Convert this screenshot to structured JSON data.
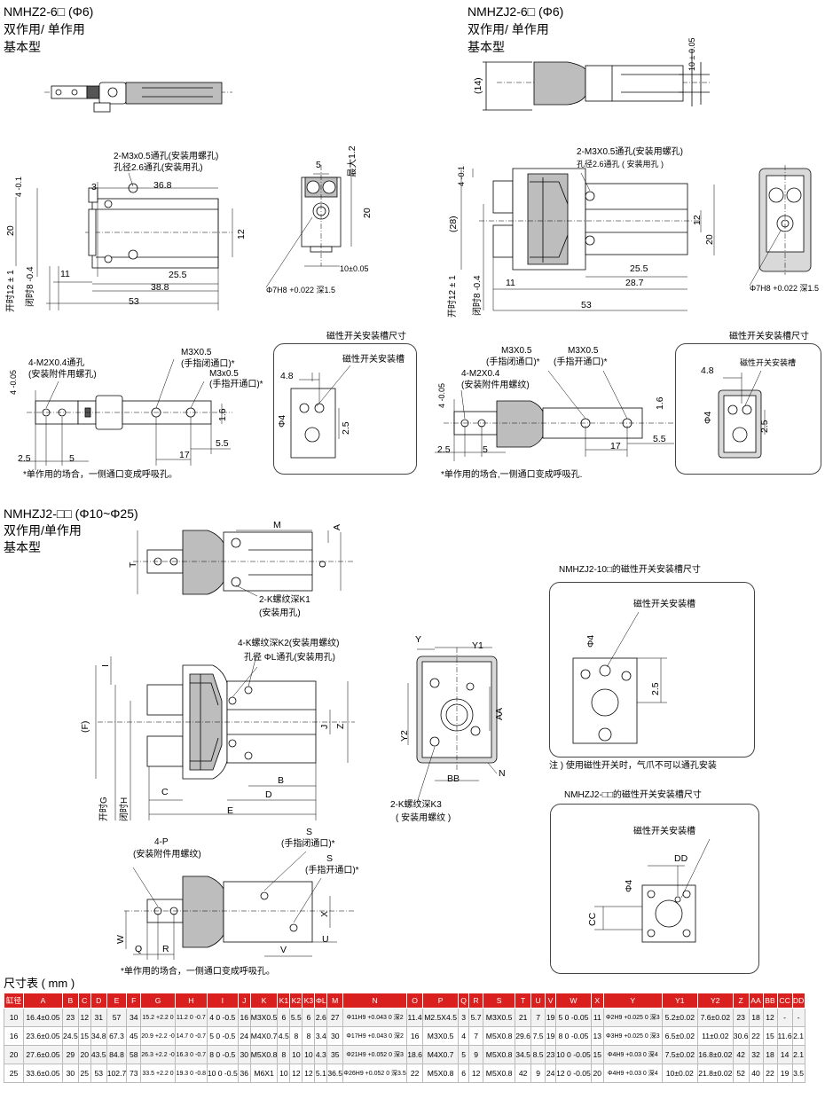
{
  "sec1": {
    "title": "NMHZ2-6□ (Φ6)",
    "l1": "双作用/ 单作用",
    "l2": "基本型"
  },
  "sec2": {
    "title": "NMHZJ2-6□ (Φ6)",
    "l1": "双作用/ 单作用",
    "l2": "基本型"
  },
  "sec3": {
    "title": "NMHZJ2-□□ (Φ10~Φ25)",
    "l1": "双作用/单作用",
    "l2": "基本型"
  },
  "d1": {
    "callout1": "2-M3x0.5通孔(安装用螺孔)",
    "callout2": "孔径2.6通孔(安装用孔)",
    "d3": "3",
    "d368": "36.8",
    "d4": "4 -0.1",
    "d20": "20",
    "d12": "12",
    "d11": "11",
    "d255": "25.5",
    "d388": "38.8",
    "d53": "53",
    "open": "开时12 ± 1",
    "close": "闭时8 -0.4"
  },
  "d1s": {
    "d5": "5",
    "max": "最大1.2",
    "d20": "20",
    "d10": "10±0.05",
    "phi": "Φ7H8 +0.022 深1.5"
  },
  "d2": {
    "d10": "10 ± 0.05",
    "d14": "(14)"
  },
  "d2b": {
    "callout1": "2-M3X0.5通孔(安装用螺孔)",
    "callout2": "孔径2.6通孔 ( 安装用孔 )",
    "d4": "4 -0.1",
    "d28": "(28)",
    "d12": "12",
    "d20": "20",
    "d255": "25.5",
    "d11": "11",
    "d287": "28.7",
    "d53": "53",
    "open": "开时12 ± 1",
    "close": "闭时8 -0.4"
  },
  "d2s": {
    "phi": "Φ7H8 +0.022 深1.5"
  },
  "d3": {
    "m2": "4-M2X0.4通孔",
    "m2b": "(安装附件用螺孔)",
    "m3a": "M3X0.5",
    "m3a2": "(手指闭通口)*",
    "m3b": "M3x0.5",
    "m3b2": "(手指开通口)*",
    "d4": "4 -0.05",
    "d16": "1.6",
    "d55": "5.5",
    "d25": "2.5",
    "d5": "5",
    "d17": "17",
    "note": "*单作用的场合，一侧通口变成呼吸孔。"
  },
  "box1": {
    "title": "磁性开关安装槽尺寸",
    "label": "磁性开关安装槽",
    "d48": "4.8",
    "phi": "Φ4",
    "d25": "2.5"
  },
  "d4": {
    "m3a": "M3X0.5",
    "m3a2": "(手指闭通口)*",
    "m3b": "M3X0.5",
    "m3b2": "(手指开通口)*",
    "m2": "4-M2X0.4",
    "m2b": "(安装附件用螺纹)",
    "d4": "4 -0.05",
    "d16": "1.6",
    "d55": "5.5",
    "d25": "2.5",
    "d5": "5",
    "d17": "17",
    "note": "*单作用的场合,一侧通口变成呼吸孔."
  },
  "box2": {
    "title": "磁性开关安装槽尺寸",
    "label": "磁性开关安装槽",
    "d48": "4.8",
    "phi": "Φ4",
    "d25": "2.5"
  },
  "d5": {
    "M": "M",
    "A": "A",
    "T": "T",
    "O": "O",
    "k1": "2-K螺纹深K1",
    "k1b": "(安装用孔)"
  },
  "d6": {
    "k2": "4-K螺纹深K2(安装用螺纹)",
    "l": "孔径 ΦL通孔(安装用孔)",
    "I": "I",
    "F": "(F)",
    "J": "J",
    "Z": "Z",
    "B": "B",
    "C": "C",
    "D": "D",
    "E": "E",
    "G": "开时G",
    "H": "闭时H"
  },
  "d7": {
    "Y": "Y",
    "Y1": "Y1",
    "Y2": "Y2",
    "AA": "AA",
    "BB": "BB",
    "N": "N",
    "k3": "2-K螺纹深K3",
    "k3b": "( 安装用螺纹 )"
  },
  "d8": {
    "p": "4-P",
    "pb": "(安装附件用螺纹)",
    "S1": "S",
    "S1b": "(手指闭通口)*",
    "S2": "S",
    "S2b": "(手指开通口)*",
    "X": "X",
    "U": "U",
    "V": "V",
    "W": "W",
    "Q": "Q",
    "R": "R",
    "note": "*单作用的场合，一侧通口变成呼吸孔。"
  },
  "box3": {
    "title": "NMHZJ2-10□的磁性开关安装槽尺寸",
    "label": "磁性开关安装槽",
    "phi": "Φ4",
    "d25": "2.5",
    "note": "注 ) 使用磁性开关时，气爪不可以通孔安装"
  },
  "box4": {
    "title": "NMHZJ2-□□的磁性开关安装槽尺寸",
    "label": "磁性开关安装槽",
    "dd": "DD",
    "phi": "Φ4",
    "cc": "CC"
  },
  "table": {
    "title": "尺寸表 ( mm )",
    "headers": [
      "缸径",
      "A",
      "B",
      "C",
      "D",
      "E",
      "F",
      "G",
      "H",
      "I",
      "J",
      "K",
      "K1",
      "K2",
      "K3",
      "ΦL",
      "M",
      "N",
      "O",
      "P",
      "Q",
      "R",
      "S",
      "T",
      "U",
      "V",
      "W",
      "X",
      "Y",
      "Y1",
      "Y2",
      "Z",
      "AA",
      "BB",
      "CC",
      "DD"
    ],
    "rows": [
      [
        "10",
        "16.4±0.05",
        "23",
        "12",
        "31",
        "57",
        "34",
        "15.2 +2.2 0",
        "11.2 0 -0.7",
        "4 0 -0.5",
        "16",
        "M3X0.5",
        "6",
        "5.5",
        "6",
        "2.6",
        "27",
        "Φ11H9 +0.043 0 深2",
        "11.4",
        "M2.5X4.5",
        "3",
        "5.7",
        "M3X0.5",
        "21",
        "7",
        "19",
        "5 0 -0.05",
        "11",
        "Φ2H9 +0.025 0 深3",
        "5.2±0.02",
        "7.6±0.02",
        "23",
        "18",
        "12",
        "-",
        "-"
      ],
      [
        "16",
        "23.6±0.05",
        "24.5",
        "15",
        "34.8",
        "67.3",
        "45",
        "20.9 +2.2 -0",
        "14.7 0 -0.7",
        "5 0 -0.5",
        "24",
        "M4X0.7",
        "4.5",
        "8",
        "8",
        "3.4",
        "30",
        "Φ17H9 +0.043 0 深2",
        "16",
        "M3X0.5",
        "4",
        "7",
        "M5X0.8",
        "29.6",
        "7.5",
        "19",
        "8 0 -0.05",
        "13",
        "Φ3H9 +0.025 0 深3",
        "6.5±0.02",
        "11±0.02",
        "30.6",
        "22",
        "15",
        "11.6",
        "2.1"
      ],
      [
        "20",
        "27.6±0.05",
        "29",
        "20",
        "43.5",
        "84.8",
        "58",
        "26.3 +2.2 -0",
        "16.3 0 -0.7",
        "8 0 -0.5",
        "30",
        "M5X0.8",
        "8",
        "10",
        "10",
        "4.3",
        "35",
        "Φ21H9 +0.052 0 深3",
        "18.6",
        "M4X0.7",
        "5",
        "9",
        "M5X0.8",
        "34.5",
        "8.5",
        "23",
        "10 0 -0.05",
        "15",
        "Φ4H9 +0.03 0 深4",
        "7.5±0.02",
        "16.8±0.02",
        "42",
        "32",
        "18",
        "14",
        "2.1"
      ],
      [
        "25",
        "33.6±0.05",
        "30",
        "25",
        "53",
        "102.7",
        "73",
        "33.5 +2.2 0",
        "19.3 0 -0.8",
        "10 0 -0.5",
        "36",
        "M6X1",
        "10",
        "12",
        "12",
        "5.1",
        "36.5",
        "Φ26H9 +0.052 0 深3.5",
        "22",
        "M5X0.8",
        "6",
        "12",
        "M5X0.8",
        "42",
        "9",
        "24",
        "12 0 -0.05",
        "20",
        "Φ4H9 +0.03 0 深4",
        "10±0.02",
        "21.8±0.02",
        "52",
        "40",
        "22",
        "19",
        "3.5"
      ]
    ]
  }
}
